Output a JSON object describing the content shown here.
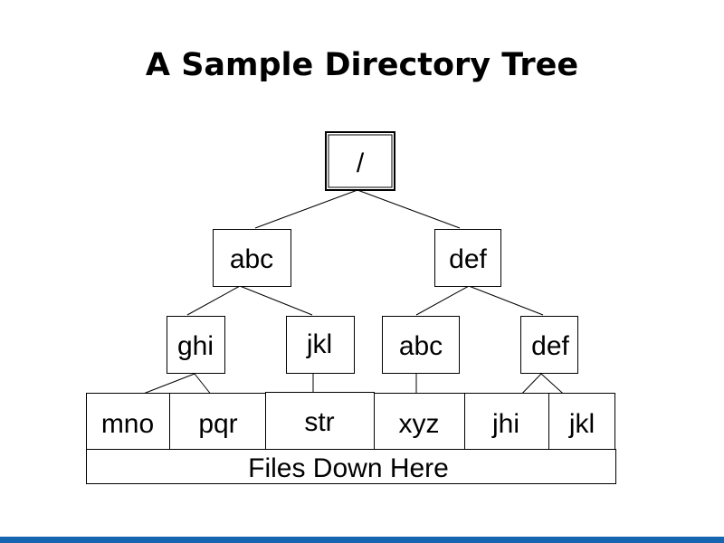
{
  "title": "A Sample Directory Tree",
  "tree": {
    "root": "/",
    "level1": [
      "abc",
      "def"
    ],
    "level2": [
      "ghi",
      "jkl",
      "abc",
      "def"
    ],
    "leaves": [
      "mno",
      "pqr",
      "str",
      "xyz",
      "jhi",
      "jkl"
    ],
    "files_label": "Files Down Here"
  },
  "colors": {
    "accent_bar": "#1565b0"
  }
}
